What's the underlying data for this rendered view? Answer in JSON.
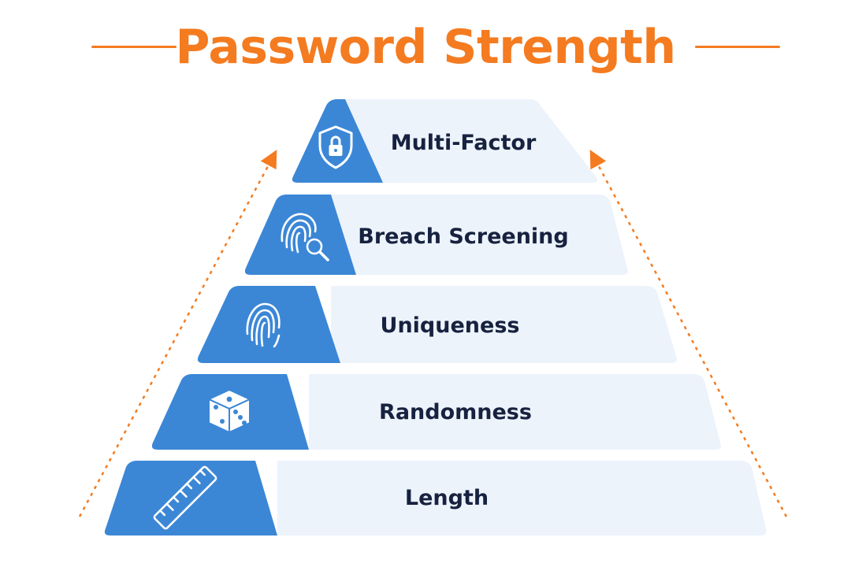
{
  "title": "Password Strength",
  "colors": {
    "accent": "#f47b20",
    "tier_blue": "#3b87d6",
    "tier_light": "#edf3fb",
    "label_text": "#16223f"
  },
  "levels": [
    {
      "label": "Multi-Factor",
      "icon": "shield-lock-icon"
    },
    {
      "label": "Breach Screening",
      "icon": "fingerprint-search-icon"
    },
    {
      "label": "Uniqueness",
      "icon": "fingerprint-icon"
    },
    {
      "label": "Randomness",
      "icon": "dice-icon"
    },
    {
      "label": "Length",
      "icon": "ruler-icon"
    }
  ]
}
